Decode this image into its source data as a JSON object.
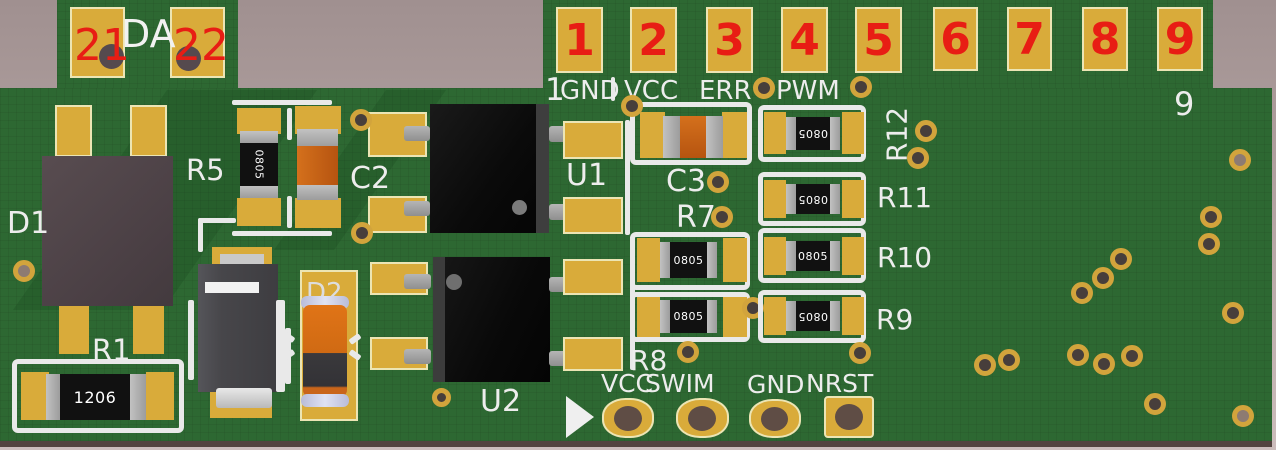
{
  "view": "pcb-3d-render",
  "colors": {
    "background_top": "#a09090",
    "background_bottom": "#ccbdbc",
    "board_green": "#2d6832",
    "pad_gold": "#d9ab3a",
    "pad_outline_cream": "#ece5b4",
    "silkscreen_white": "#ededed",
    "pad_number_red": "#e81d14",
    "capacitor_orange": "#c9651a",
    "ic_black": "#0d0d0d",
    "board_edge_brown": "#53433f"
  },
  "connector_tab": {
    "pad_21": "21",
    "pad_22": "22",
    "label": "DA"
  },
  "edge_connector": {
    "pads": [
      "1",
      "2",
      "3",
      "4",
      "5",
      "6",
      "7",
      "8",
      "9"
    ],
    "silk_first": "1",
    "silk_last": "9"
  },
  "net_labels_top": {
    "gnd": "GND",
    "vcc": "VCC",
    "err": "ERR",
    "pwm": "PWM"
  },
  "programming_header": {
    "vcc": "VCC",
    "swim": "SWIM",
    "gnd": "GND",
    "nrst": "NRST"
  },
  "designators": {
    "d1": "D1",
    "r1": "R1",
    "r5": "R5",
    "c2": "C2",
    "c3": "C3",
    "d2": "D2",
    "u1": "U1",
    "u2": "U2",
    "r7": "R7",
    "r8": "R8",
    "r9": "R9",
    "r10": "R10",
    "r11": "R11",
    "r12": "R12"
  },
  "markings": {
    "r1": "1206",
    "r5": "0805",
    "r7a": "0805",
    "r7b": "0805",
    "r9": "0805",
    "r10": "0805",
    "r11": "0805",
    "r12": "0805"
  }
}
